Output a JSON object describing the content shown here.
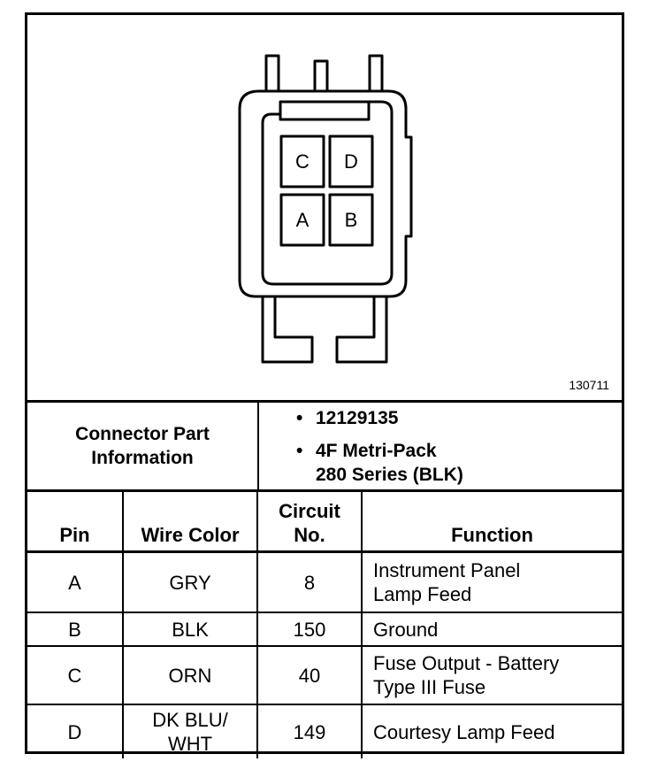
{
  "figure_number": "130711",
  "pins_drawn": [
    {
      "label": "C"
    },
    {
      "label": "D"
    },
    {
      "label": "A"
    },
    {
      "label": "B"
    }
  ],
  "connector_info": {
    "label_line1": "Connector Part",
    "label_line2": "Information",
    "part_number": "12129135",
    "description_line1": "4F Metri-Pack",
    "description_line2": "280 Series (BLK)"
  },
  "table": {
    "headers": {
      "pin": "Pin",
      "wire_color": "Wire Color",
      "circuit_line1": "Circuit",
      "circuit_line2": "No.",
      "function": "Function"
    },
    "rows": [
      {
        "pin": "A",
        "wire_color_1": "GRY",
        "wire_color_2": "",
        "circuit": "8",
        "function_1": "Instrument Panel",
        "function_2": "Lamp Feed"
      },
      {
        "pin": "B",
        "wire_color_1": "BLK",
        "wire_color_2": "",
        "circuit": "150",
        "function_1": "Ground",
        "function_2": ""
      },
      {
        "pin": "C",
        "wire_color_1": "ORN",
        "wire_color_2": "",
        "circuit": "40",
        "function_1": "Fuse Output - Battery",
        "function_2": "Type III Fuse"
      },
      {
        "pin": "D",
        "wire_color_1": "DK BLU/",
        "wire_color_2": "WHT",
        "circuit": "149",
        "function_1": "Courtesy Lamp Feed",
        "function_2": ""
      }
    ]
  }
}
